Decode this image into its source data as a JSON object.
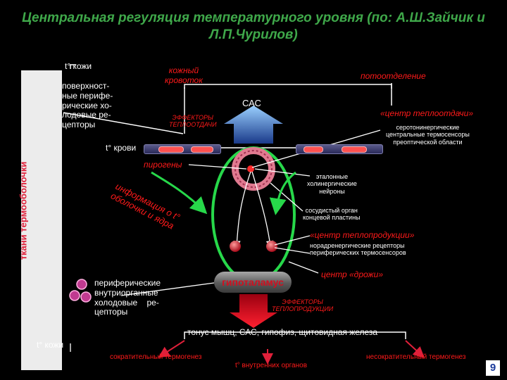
{
  "title": "Центральная регуляция температурного уровня (по: А.Ш.Зайчик и Л.П.Чурилов)",
  "labels": {
    "skin_temp_top": "t° кожи",
    "cold_receptors": "поверхност-\nные перифе-\nрические хо-\nлодовые ре-\nцепторы",
    "skin_vessel": "кожный\nкровоток",
    "sweating": "потоотделение",
    "sas_top": "САС",
    "effectors_heat_loss": "ЭФФЕКТОРЫ\nТЕПЛООТДАЧИ",
    "heat_loss_center": "«центр теплоотдачи»",
    "heat_loss_center_desc": "серотонинергические\nцентральные термосенсоры\nпреоптической области",
    "blood_temp": "t° крови",
    "pyrogens": "пирогены",
    "info_core": "информация о t°\nоболочки и ядра",
    "reference_neurons": "эталонные\nхолинергические\nнейроны",
    "vascular_organ": "сосудистый орган\nконцевой пластины",
    "heat_prod_center": "«центр теплопродукции»",
    "heat_prod_center_desc": "норадренергические рецепторы\nпериферических термосенсоров",
    "shiver_center": "центр «дрожи»",
    "hypothalamus": "гипоталамус",
    "internal_receptors": "периферические\nвнутриорганные\nхолодовые    ре-\nцепторы",
    "effectors_heat_prod": "ЭФФЕКТОРЫ\nТЕПЛОПРОДУКЦИИ",
    "muscle_tone": "тонус мышц, САС, гипофиз, щитовидная железа",
    "skin_temp_bottom": "t° кожи",
    "contractile_thermogenesis": "сократительный термогенез",
    "internal_organs_temp": "t° внутренних органов",
    "noncontractile_thermogenesis": "несократительный термогенез",
    "tissue_label": "ткани термооболочки",
    "page_number": "9"
  },
  "colors": {
    "title": "#3fa84a",
    "accent_red": "#e0203a",
    "feedback_green": "#27d84a",
    "arrow_blue": "#4aa0d8",
    "background": "#000000"
  }
}
